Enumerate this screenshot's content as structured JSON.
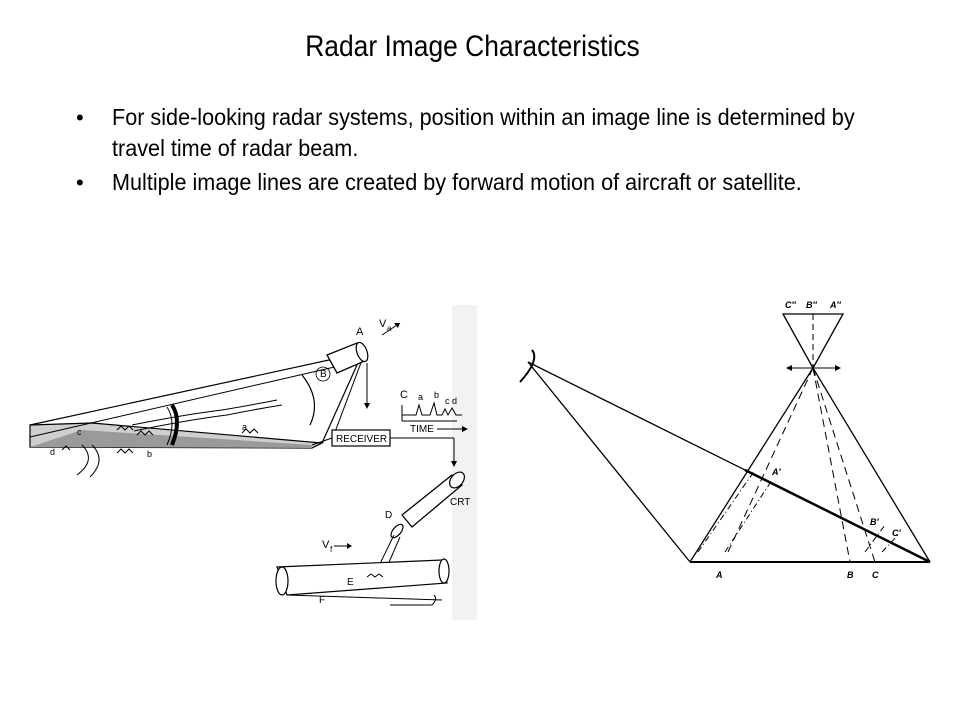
{
  "slide": {
    "title": "Radar Image Characteristics",
    "bullets": [
      "For side-looking radar systems, position within an image line is determined by travel time of radar beam.",
      "Multiple image lines are created by forward motion of aircraft or satellite."
    ]
  },
  "left_figure": {
    "labels": {
      "a_antenna": "A",
      "va": "V",
      "va_sub": "a",
      "b": "B",
      "receiver": "RECEIVER",
      "c_signal": "C",
      "peak_a": "a",
      "peak_b": "b",
      "peak_cd": "c d",
      "time": "TIME",
      "crt": "CRT",
      "d_lens": "D",
      "vf": "V",
      "vf_sub": "f",
      "e_film": "E",
      "f_roll": "F",
      "ground_a": "a",
      "ground_b": "b",
      "ground_c": "c",
      "ground_d": "d"
    }
  },
  "right_figure": {
    "labels": {
      "c_dd": "C″",
      "b_dd": "B″",
      "a_dd": "A″",
      "a_prime": "A′",
      "b_prime": "B′",
      "c_prime": "C′",
      "a_ground": "A",
      "b_ground": "B",
      "c_ground": "C"
    }
  }
}
